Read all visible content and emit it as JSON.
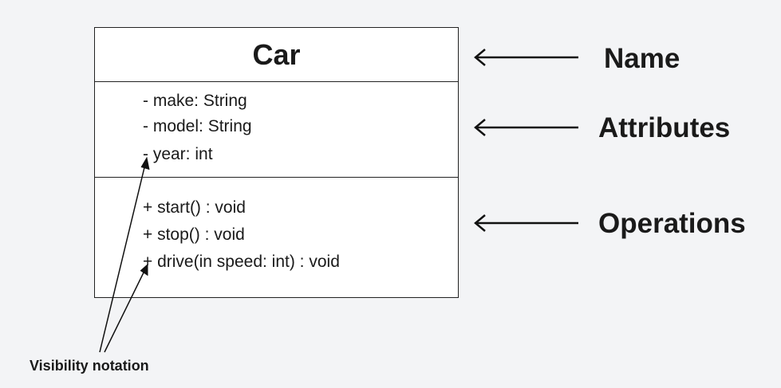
{
  "class_box": {
    "name": "Car",
    "attributes": [
      "- make: String",
      "- model: String",
      "- year: int"
    ],
    "operations": [
      "+ start() : void",
      "+ stop() : void",
      "+ drive(in speed: int) : void"
    ]
  },
  "labels": {
    "name": "Name",
    "attributes": "Attributes",
    "operations": "Operations"
  },
  "annotation": {
    "visibility": "Visibility notation"
  },
  "colors": {
    "background": "#f3f4f6",
    "box_fill": "#ffffff",
    "ink": "#1a1a1a"
  }
}
